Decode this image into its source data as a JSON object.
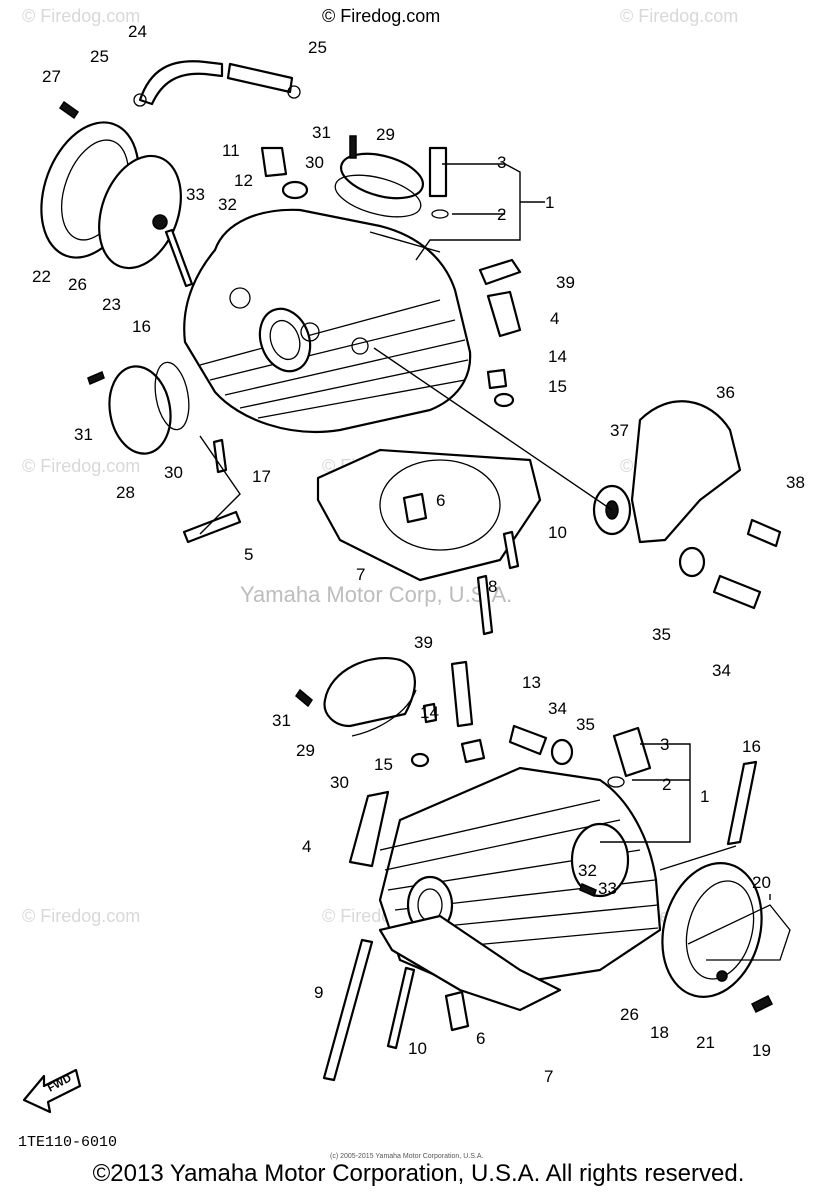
{
  "watermarks": {
    "top_center": "© Firedog.com",
    "tile": "© Firedog.com",
    "center": "Yamaha Motor Corp, U.S.A."
  },
  "part_numbers_upper": [
    "24",
    "25",
    "25",
    "27",
    "31",
    "29",
    "3",
    "2",
    "1",
    "11",
    "30",
    "12",
    "33",
    "32",
    "22",
    "26",
    "23",
    "16",
    "39",
    "4",
    "14",
    "15",
    "36",
    "31",
    "30",
    "28",
    "17",
    "37",
    "38",
    "6",
    "10",
    "7",
    "5",
    "8",
    "35",
    "34"
  ],
  "part_numbers_lower": [
    "39",
    "13",
    "34",
    "35",
    "31",
    "29",
    "14",
    "30",
    "15",
    "3",
    "2",
    "1",
    "16",
    "4",
    "32",
    "33",
    "20",
    "9",
    "10",
    "6",
    "7",
    "26",
    "18",
    "21",
    "19"
  ],
  "fwd_label": "FWD",
  "diagram_code": "1TE110-6010",
  "small_copyright": "(c) 2005-2015 Yamaha Motor Corporation, U.S.A.",
  "copyright": "©2013 Yamaha Motor Corporation, U.S.A. All rights reserved."
}
